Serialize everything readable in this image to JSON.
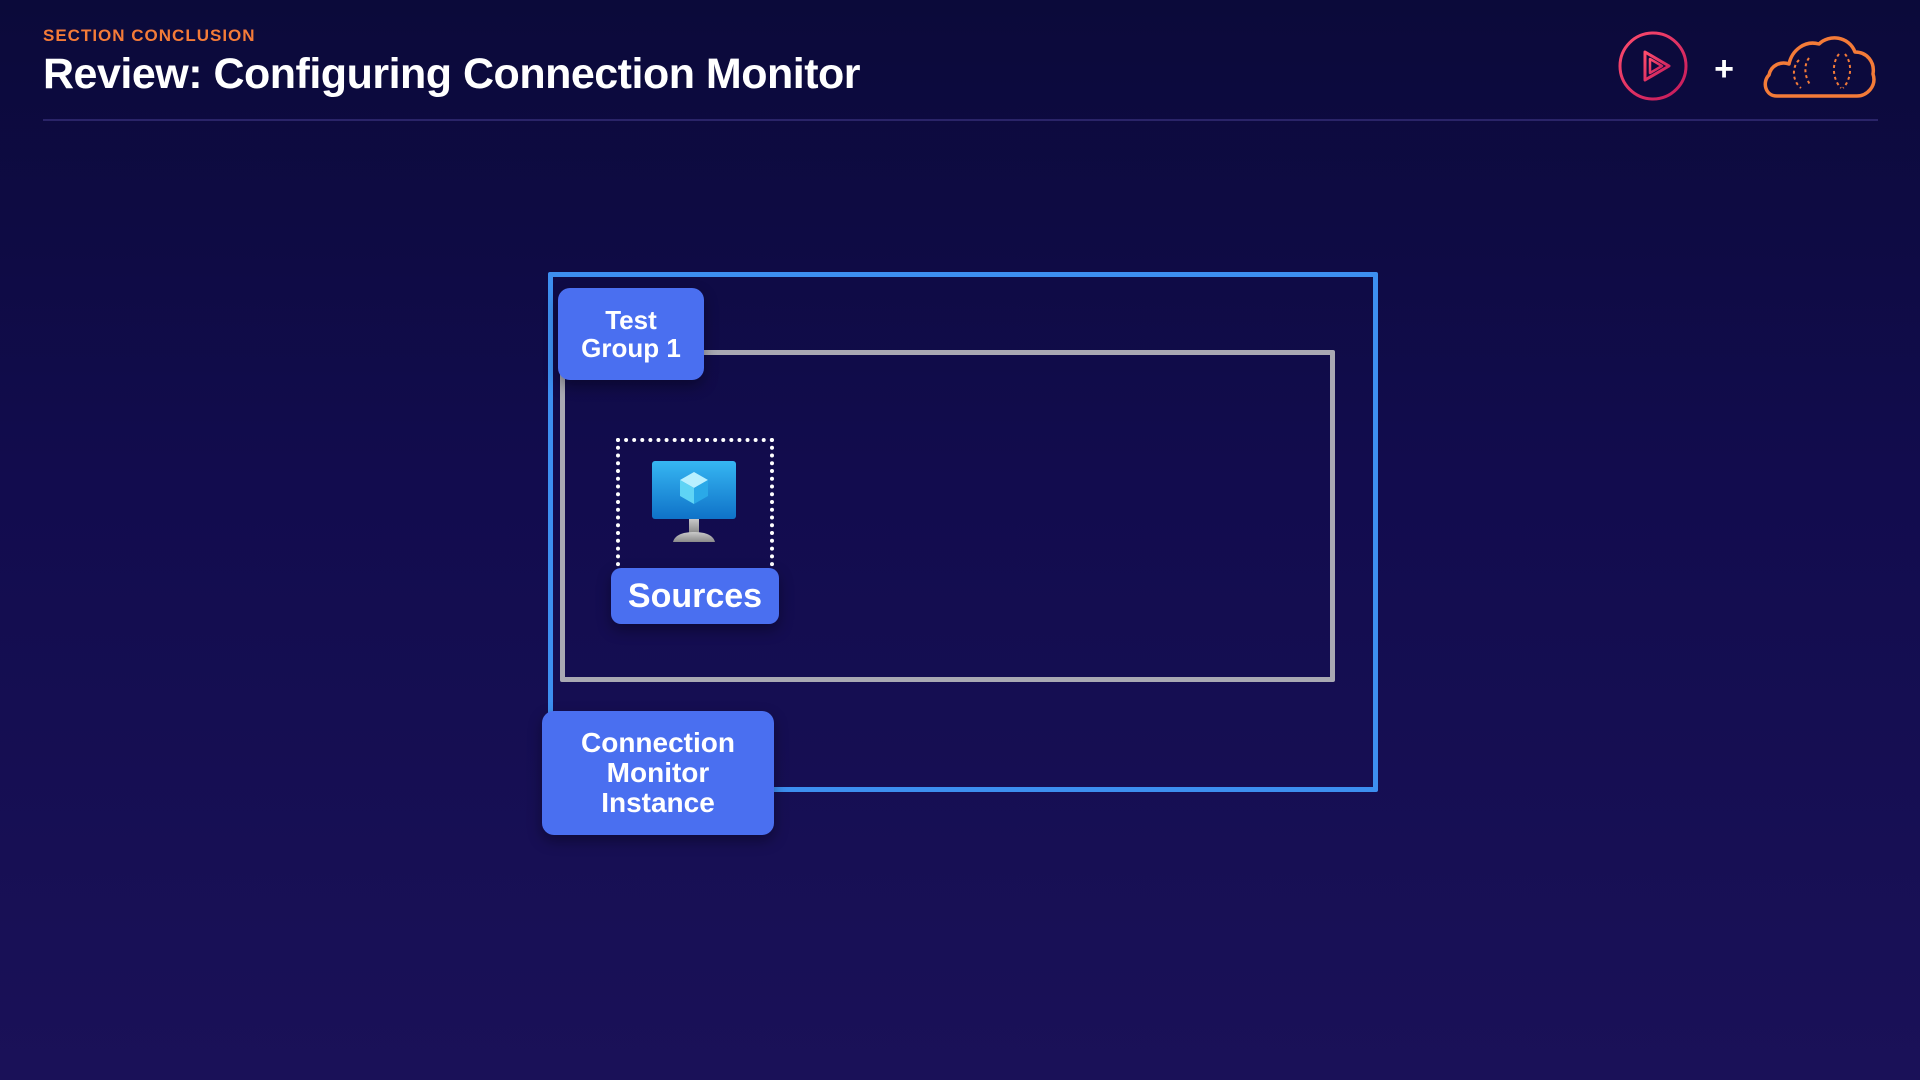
{
  "header": {
    "section_label": "SECTION CONCLUSION",
    "title": "Review: Configuring Connection Monitor",
    "plus": "+"
  },
  "colors": {
    "accent_orange": "#f47b38",
    "outer_box": "#3d8ff0",
    "inner_box": "#a9a9b3",
    "label_bg": "#4a6ff0"
  },
  "icons": {
    "play_logo": "play-circle-icon",
    "cloud_logo": "cloud-icon",
    "vm": "virtual-machine-icon"
  },
  "diagram": {
    "test_group_label": "Test\nGroup 1",
    "sources_label": "Sources",
    "connection_monitor_label": "Connection\nMonitor\nInstance"
  }
}
